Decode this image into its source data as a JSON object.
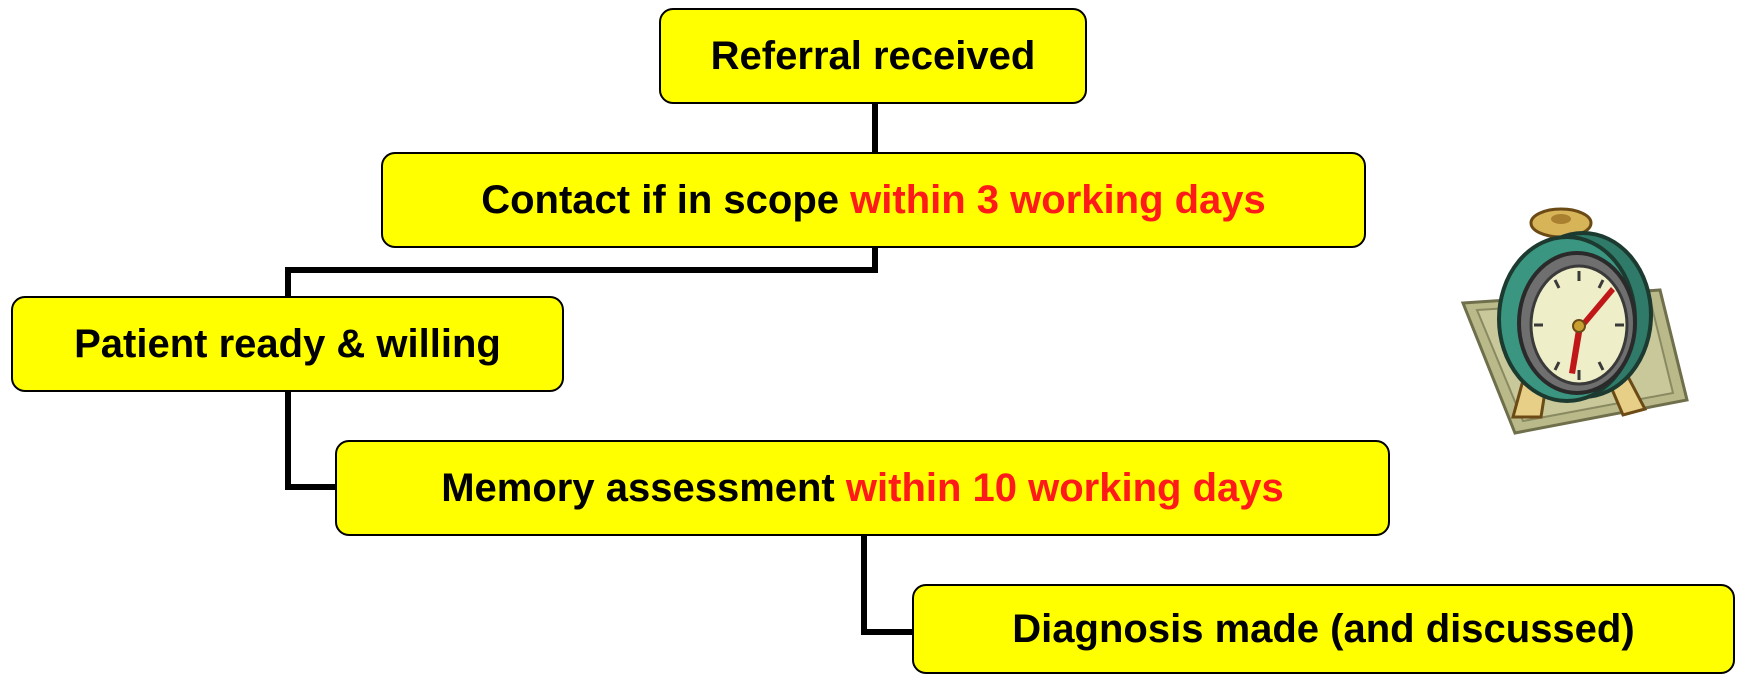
{
  "boxes": {
    "referral": {
      "text": "Referral received"
    },
    "contact": {
      "text": "Contact if in scope",
      "highlight": "within 3 working days"
    },
    "patient": {
      "text": "Patient ready & willing"
    },
    "memory": {
      "text": "Memory assessment",
      "highlight": "within 10 working days"
    },
    "diagnosis": {
      "text": "Diagnosis made (and discussed)"
    }
  },
  "colors": {
    "box_fill": "#ffff00",
    "box_border": "#000000",
    "highlight_text": "#ff1a1a",
    "connector": "#000000"
  },
  "icons": [
    "alarm-clock-icon"
  ]
}
